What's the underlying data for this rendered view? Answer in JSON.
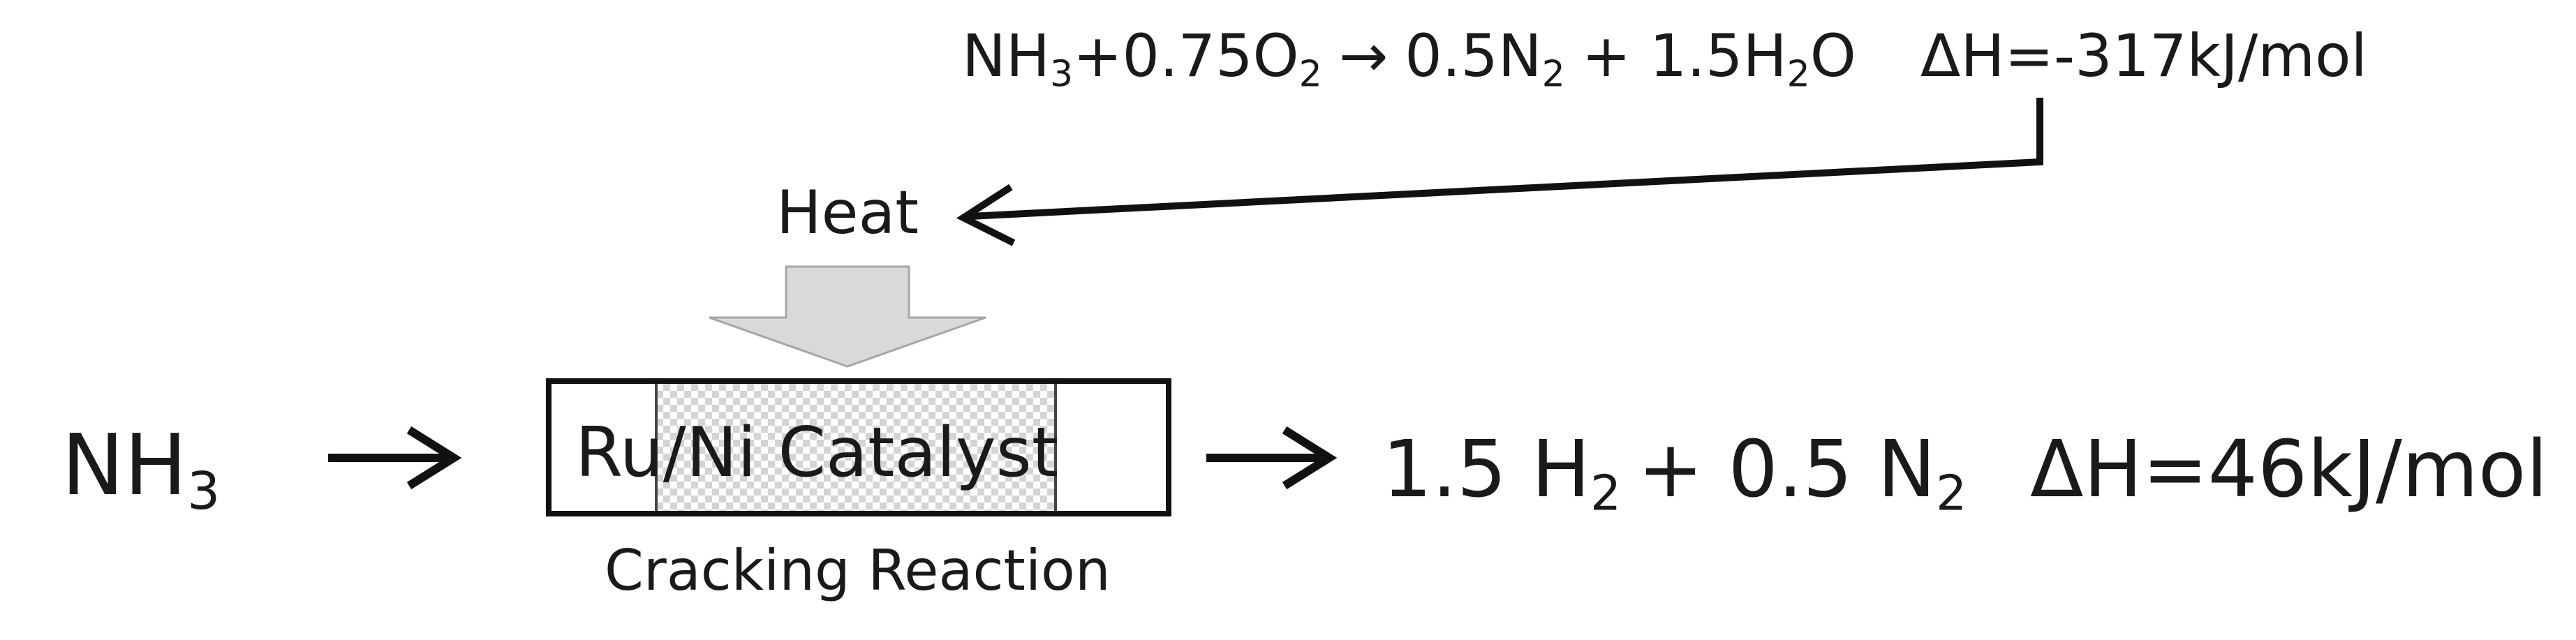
{
  "combustion_equation": {
    "reactant_1": "NH",
    "reactant_1_sub": "3",
    "plus_coef": "+0.75O",
    "reactant_2_sub": "2",
    "arrow": "→",
    "product_1": "0.5N",
    "product_1_sub": "2",
    "plus_product_2": "+ 1.5H",
    "product_2_sub": "2",
    "product_2_tail": "O",
    "enthalpy": "ΔH=-317kJ/mol"
  },
  "heat_label": "Heat",
  "feed": {
    "text": "NH",
    "sub": "3"
  },
  "reactor": {
    "catalyst_label": "Ru/Ni Catalyst",
    "caption": "Cracking Reaction"
  },
  "cracking_products": {
    "h2": "1.5 H",
    "h2_sub": "2",
    "n2": "+ 0.5 N",
    "n2_sub": "2",
    "enthalpy": "ΔH=46kJ/mol"
  },
  "colors": {
    "line": "#111111",
    "heat_arrow_fill": "#d9d9d9",
    "heat_arrow_stroke": "#a6a6a6",
    "catalyst_pattern": "#bcbcbc"
  }
}
